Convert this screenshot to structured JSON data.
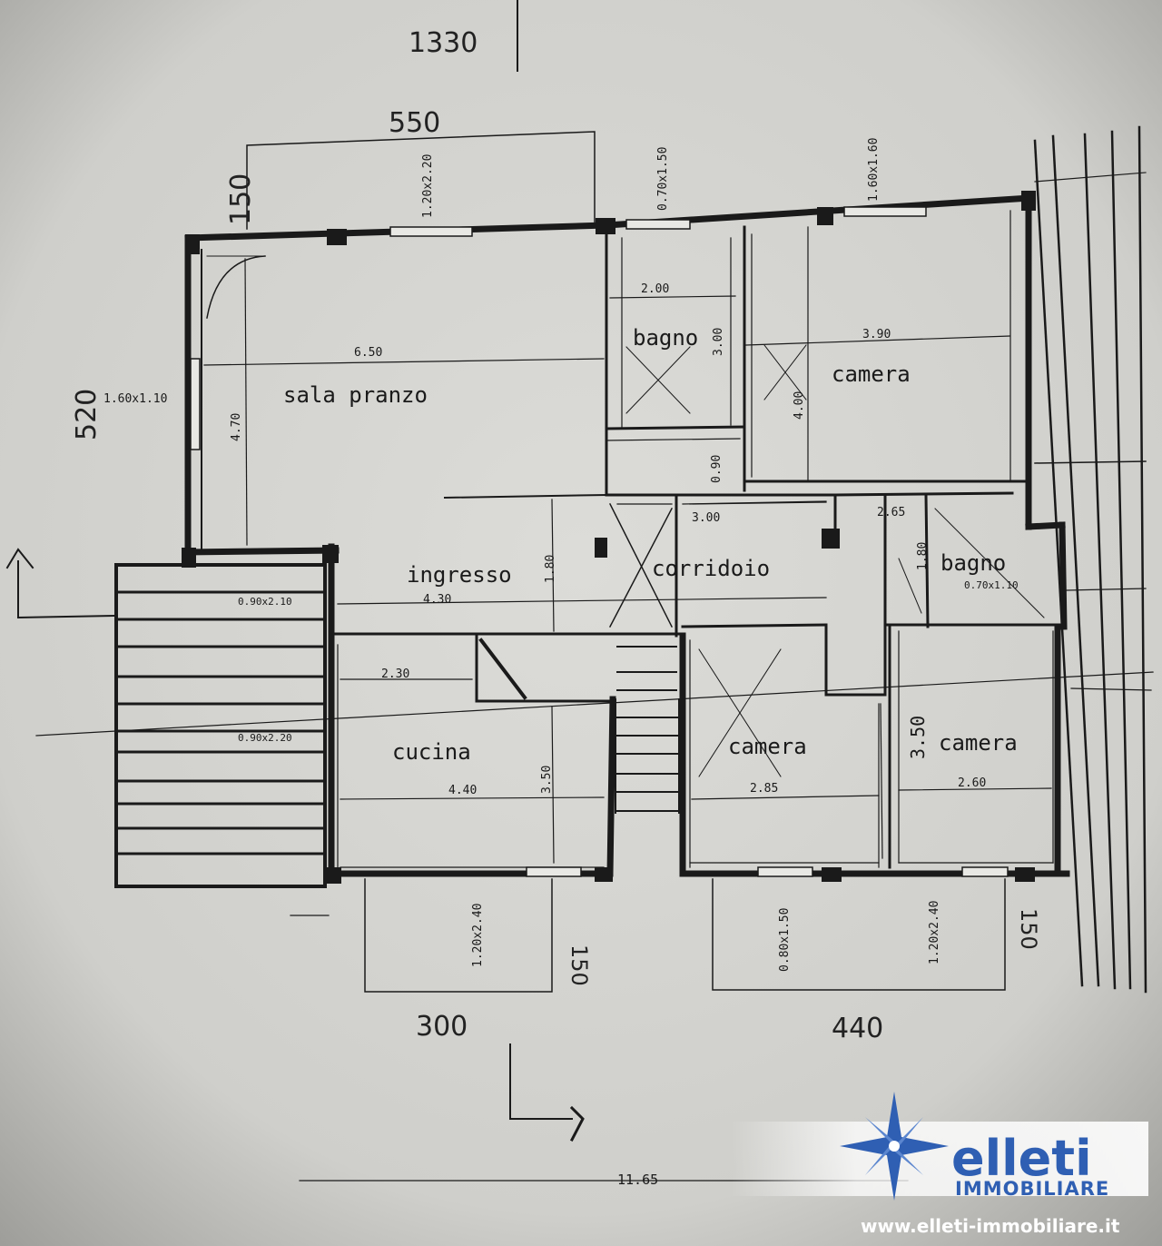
{
  "rooms": {
    "sala_pranzo": "sala  pranzo",
    "bagno_top": "bagno",
    "camera_top": "camera",
    "ingresso": "ingresso",
    "corridoio": "corridoio",
    "bagno_right": "bagno",
    "cucina": "cucina",
    "camera_mid": "camera",
    "camera_right": "camera"
  },
  "dimensions": {
    "overall_top": "1330",
    "terrace_top": "550",
    "terrace_depth": "150",
    "left_side": "520",
    "sala_width": "6.50",
    "sala_height": "4.70",
    "window_left": "1.60x1.10",
    "window_top_sala": "1.20x2.20",
    "window_bagno": "0.70x1.50",
    "window_camera_top": "1.60x1.60",
    "bagno_width": "2.00",
    "bagno_height": "3.00",
    "camera_top_width": "3.90",
    "camera_top_height": "4.00",
    "corridor_gap": "0.90",
    "corridor_width": "3.00",
    "ingresso_width": "4.30",
    "ingresso_height": "1.80",
    "bagno_right_width": "2.65",
    "bagno_right_height": "1.80",
    "bagno_right_window": "0.70x1.10",
    "door_ingresso": "0.90x2.10",
    "stair_window": "0.90x2.20",
    "cucina_top": "2.30",
    "cucina_width": "4.40",
    "cucina_height": "3.50",
    "camera_mid_width": "2.85",
    "camera_right_width": "2.60",
    "camera_right_height": "3.50",
    "window_cucina": "1.20x2.40",
    "window_camera_mid": "0.80x1.50",
    "window_camera_right": "1.20x2.40",
    "cucina_side": "150",
    "right_side": "150",
    "bottom_left": "300",
    "bottom_right": "440",
    "overall_bottom": "11.65"
  },
  "logo": {
    "brand": "elleti",
    "subtitle": "IMMOBILIARE",
    "url": "www.elleti-immobiliare.it"
  },
  "colors": {
    "paper": "#d4d4d0",
    "ink": "#1a1a1a",
    "logo_blue": "#2f5fb3"
  }
}
